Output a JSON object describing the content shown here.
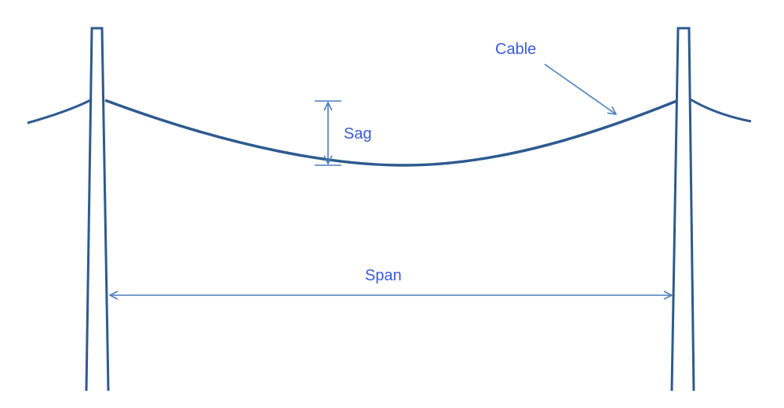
{
  "labels": {
    "cable": "Cable",
    "sag": "Sag",
    "span": "Span"
  },
  "colors": {
    "structure": "#2E5A8F",
    "dimension": "#4A7EBB",
    "text": "#3B5BD9",
    "background": "#FFFFFF"
  }
}
